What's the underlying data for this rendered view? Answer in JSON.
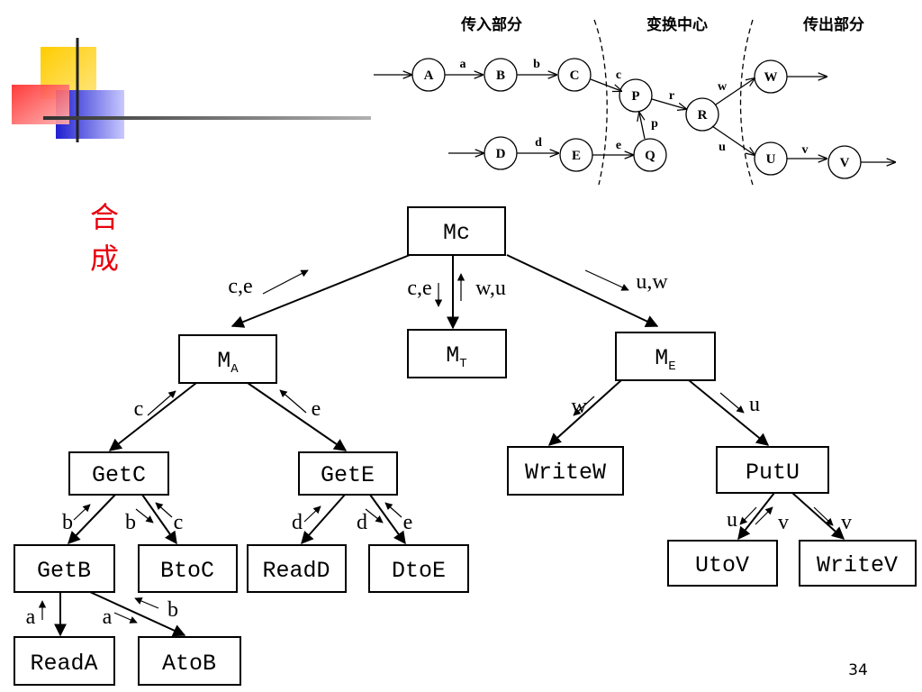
{
  "slide": {
    "side_title": "合成",
    "page_number": "34",
    "colors": {
      "title": "#e8000e",
      "stroke": "#000000"
    }
  },
  "flow_diagram": {
    "section_labels": [
      "传入部分",
      "变换中心",
      "传出部分"
    ],
    "nodes": [
      "A",
      "B",
      "C",
      "D",
      "E",
      "P",
      "Q",
      "R",
      "W",
      "U",
      "V"
    ],
    "edge_labels": {
      "a": "a",
      "b": "b",
      "c": "c",
      "d": "d",
      "e": "e",
      "p": "p",
      "r": "r",
      "w": "w",
      "u": "u",
      "v": "v"
    }
  },
  "structure_chart": {
    "modules": {
      "mc": "Mc",
      "ma_base": "M",
      "ma_sub": "A",
      "mt_base": "M",
      "mt_sub": "T",
      "me_base": "M",
      "me_sub": "E",
      "getc": "GetC",
      "gete": "GetE",
      "writew": "WriteW",
      "putu": "PutU",
      "getb": "GetB",
      "btoc": "BtoC",
      "readd": "ReadD",
      "dtoe": "DtoE",
      "utov": "UtoV",
      "writev": "WriteV",
      "reada": "ReadA",
      "atob": "AtoB"
    },
    "flow_labels": {
      "mc_ma_up": "c,e",
      "mc_mt_down": "c,e",
      "mc_mt_up": "w,u",
      "mc_me_down": "u,w",
      "ma_getc": "c",
      "ma_gete": "e",
      "me_writew": "w",
      "me_putu": "u",
      "getc_getb": "b",
      "getc_btoc_b": "b",
      "getc_btoc_c": "c",
      "gete_readd": "d",
      "gete_dtoe_d": "d",
      "gete_dtoe_e": "e",
      "putu_utov_u": "u",
      "putu_utov_v": "v",
      "putu_writev": "v",
      "getb_reada": "a",
      "getb_atob_a": "a",
      "getb_atob_b": "b"
    }
  }
}
